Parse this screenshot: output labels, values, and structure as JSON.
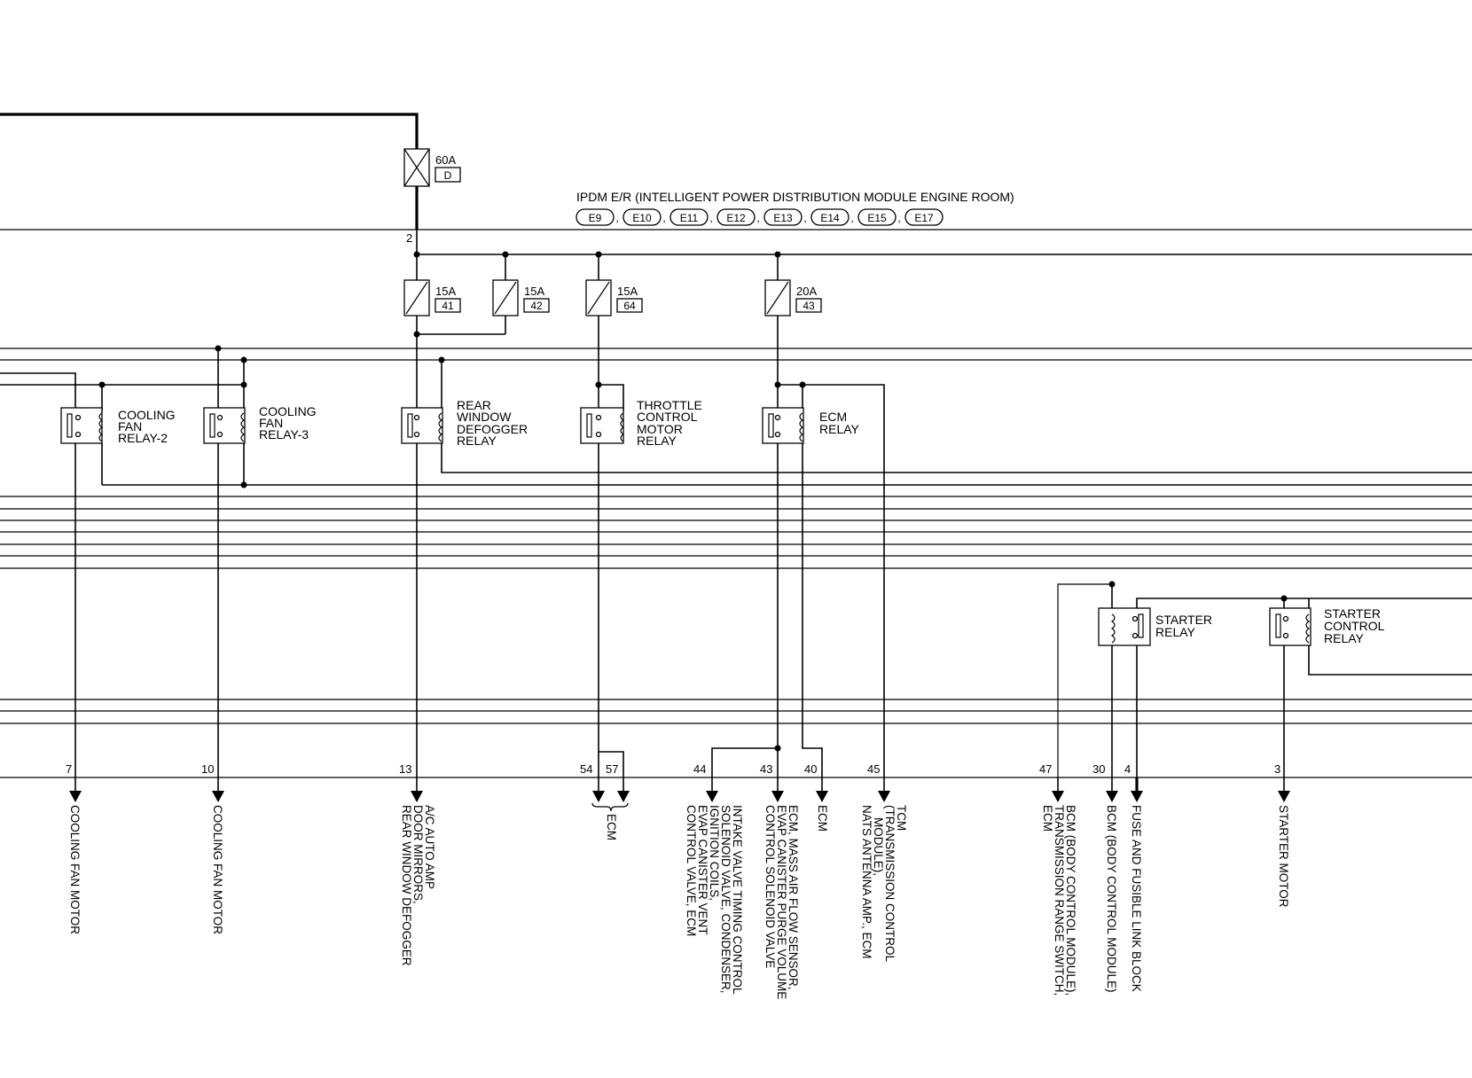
{
  "jpdm": {
    "title": "IPDM E/R (INTELLIGENT POWER DISTRIBUTION MODULE ENGINE ROOM)",
    "connectors": [
      "E9",
      "E10",
      "E11",
      "E12",
      "E13",
      "E14",
      "E15",
      "E17"
    ],
    "input_pin": "2"
  },
  "main_fuse": {
    "amp": "60A",
    "id": "D"
  },
  "fuses": [
    {
      "amp": "15A",
      "number": "41"
    },
    {
      "amp": "15A",
      "number": "42"
    },
    {
      "amp": "15A",
      "number": "64"
    },
    {
      "amp": "20A",
      "number": "43"
    }
  ],
  "relays": [
    {
      "lines": [
        "COOLING",
        "FAN",
        "RELAY-2"
      ]
    },
    {
      "lines": [
        "COOLING",
        "FAN",
        "RELAY-3"
      ]
    },
    {
      "lines": [
        "REAR",
        "WINDOW",
        "DEFOGGER",
        "RELAY"
      ]
    },
    {
      "lines": [
        "THROTTLE",
        "CONTROL",
        "MOTOR",
        "RELAY"
      ]
    },
    {
      "lines": [
        "ECM",
        "RELAY"
      ]
    },
    {
      "lines": [
        "STARTER",
        "RELAY"
      ]
    },
    {
      "lines": [
        "STARTER",
        "CONTROL",
        "RELAY"
      ]
    }
  ],
  "outputs": [
    {
      "pin": "7",
      "lines": [
        "COOLING FAN MOTOR"
      ]
    },
    {
      "pin": "10",
      "lines": [
        "COOLING FAN MOTOR"
      ]
    },
    {
      "pin": "13",
      "lines": [
        "A/C AUTO AMP",
        "DOOR MIRRORS,",
        "REAR WINDOW DEFOGGER"
      ]
    },
    {
      "pin": "54",
      "lines": []
    },
    {
      "pin": "57",
      "lines": []
    },
    {
      "pin": "44",
      "lines": [
        "INTAKE VALVE TIMING CONTROL",
        "SOLENOID VALVE, CONDENSER,",
        "IGNITION COILS,",
        "EVAP CANISTER VENT",
        "CONTROL VALVE, ECM"
      ]
    },
    {
      "pin": "43",
      "lines": [
        "ECM, MASS AIR FLOW SENSOR,",
        "EVAP CANISTER PURGE VOLUME",
        "CONTROL SOLENOID VALVE"
      ]
    },
    {
      "pin": "40",
      "lines": [
        "ECM"
      ]
    },
    {
      "pin": "45",
      "lines": [
        "TCM",
        "(TRANSMISSION CONTROL",
        "MODULE),",
        "NATS ANTENNA AMP., ECM"
      ]
    },
    {
      "pin": "47",
      "lines": [
        "BCM (BODY CONTROL MODULE),",
        "TRANSMISSION RANGE SWITCH,",
        "ECM"
      ]
    },
    {
      "pin": "30",
      "lines": [
        "BCM (BODY CONTROL MODULE)"
      ]
    },
    {
      "pin": "4",
      "lines": [
        "FUSE AND FUSIBLE LINK BLOCK"
      ]
    },
    {
      "pin": "3",
      "lines": [
        "STARTER MOTOR"
      ]
    }
  ],
  "ecm_group_label": "ECM"
}
